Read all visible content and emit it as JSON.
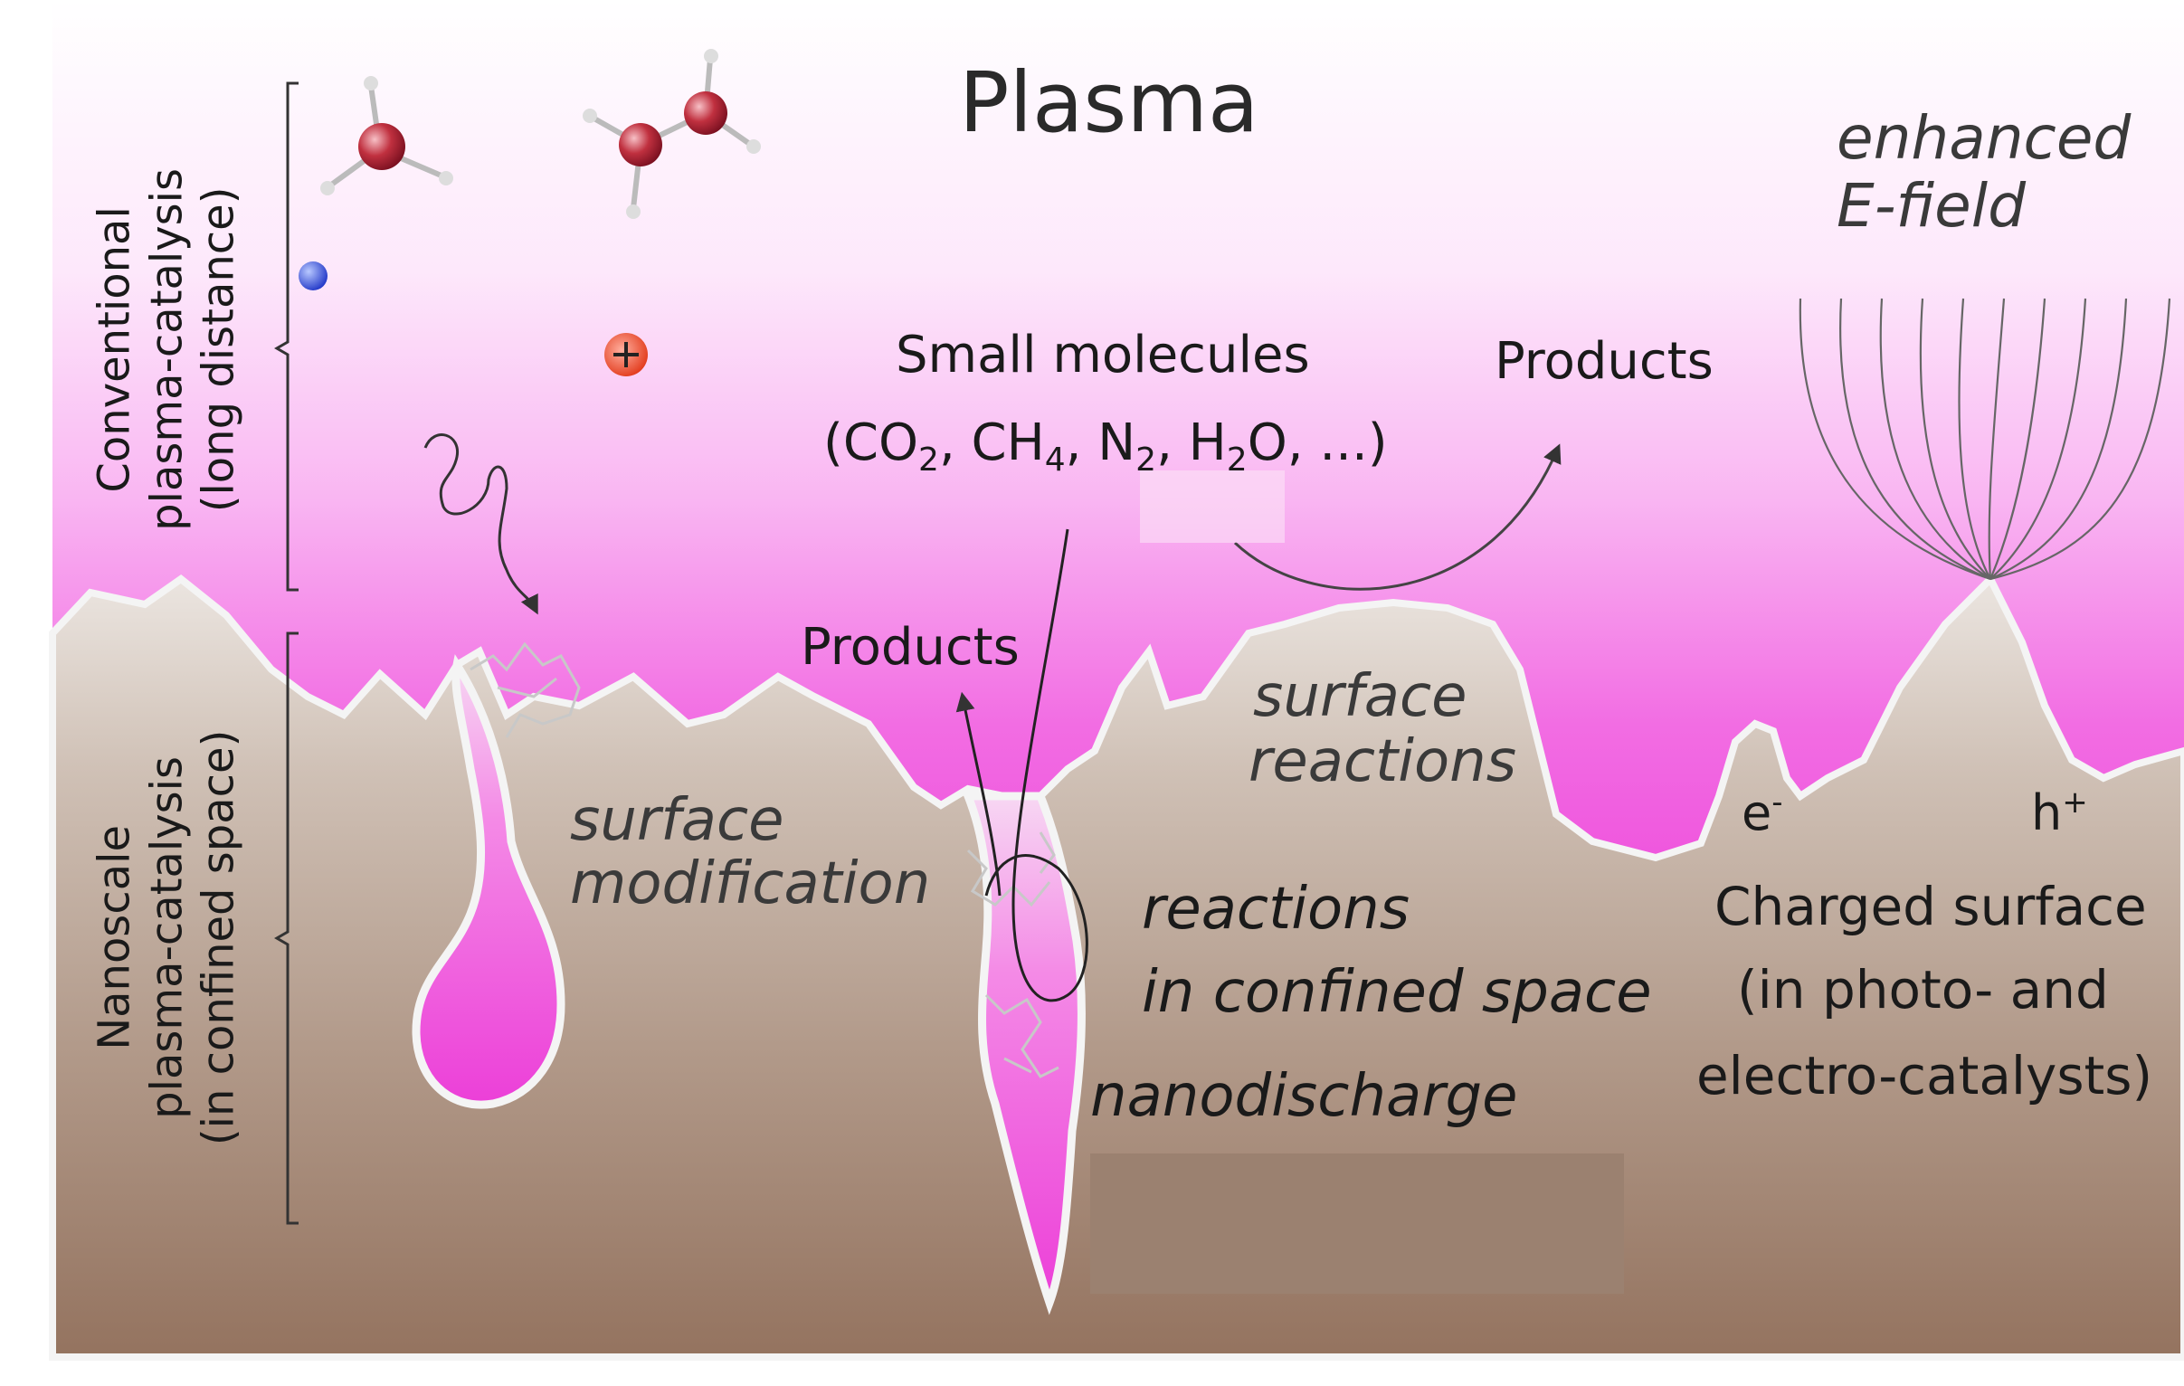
{
  "title": "Plasma",
  "side_labels": {
    "conventional": {
      "line1": "Conventional",
      "line2": "plasma-catalysis",
      "line3": "(long distance)"
    },
    "nanoscale": {
      "line1": "Nanoscale",
      "line2": "plasma-catalysis",
      "line3": "(in confined space)"
    }
  },
  "labels": {
    "enhanced_line1": "enhanced",
    "enhanced_line2": "E-field",
    "small_molecules": "Small molecules",
    "small_molecules_formula_html": "(CO<sub>2</sub>, CH<sub>4</sub>, N<sub>2</sub>, H<sub>2</sub>O, ...)",
    "products_top": "Products",
    "products_center": "Products",
    "surface_reactions_line1": "surface",
    "surface_reactions_line2": "reactions",
    "surface_modification_line1": "surface",
    "surface_modification_line2": "modification",
    "reactions_line1": "reactions",
    "reactions_line2": "in confined space",
    "nanodischarge": "nanodischarge",
    "electron": "e",
    "electron_sup": "-",
    "hole": "h",
    "hole_sup": "+",
    "charged_line1": "Charged surface",
    "charged_line2": "(in photo- and",
    "charged_line3": "electro-catalysts)"
  },
  "colors": {
    "plasma": "#f060e0",
    "surface_edge": "#e8e8e8",
    "bulk_top": "#c8b8ac",
    "bulk_bottom": "#9a7a68"
  }
}
